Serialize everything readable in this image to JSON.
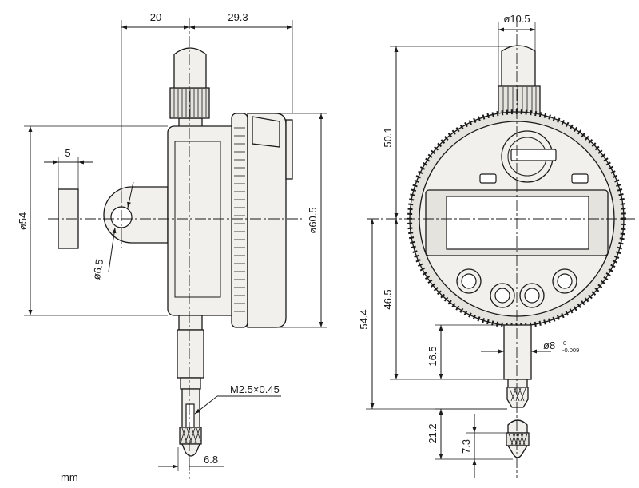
{
  "units": "mm",
  "side_view": {
    "dim_top_left": "20",
    "dim_top_right": "29.3",
    "dim_lug_width": "5",
    "dim_body_diameter": "ø54",
    "dim_hole_diameter": "ø6.5",
    "dim_bezel_diameter": "ø60.5",
    "dim_thread": "M2.5×0.45",
    "dim_tip": "6.8"
  },
  "front_view": {
    "dim_cap_diameter": "ø10.5",
    "dim_top_height": "50.1",
    "dim_stem_height": "46.5",
    "dim_total_height": "54.4",
    "dim_stem_diameter": "ø8",
    "dim_tol_upper": "0",
    "dim_tol_lower": "-0.009",
    "dim_stem_length": "16.5",
    "dim_contact_length": "21.2",
    "dim_tip_length": "7.3"
  }
}
